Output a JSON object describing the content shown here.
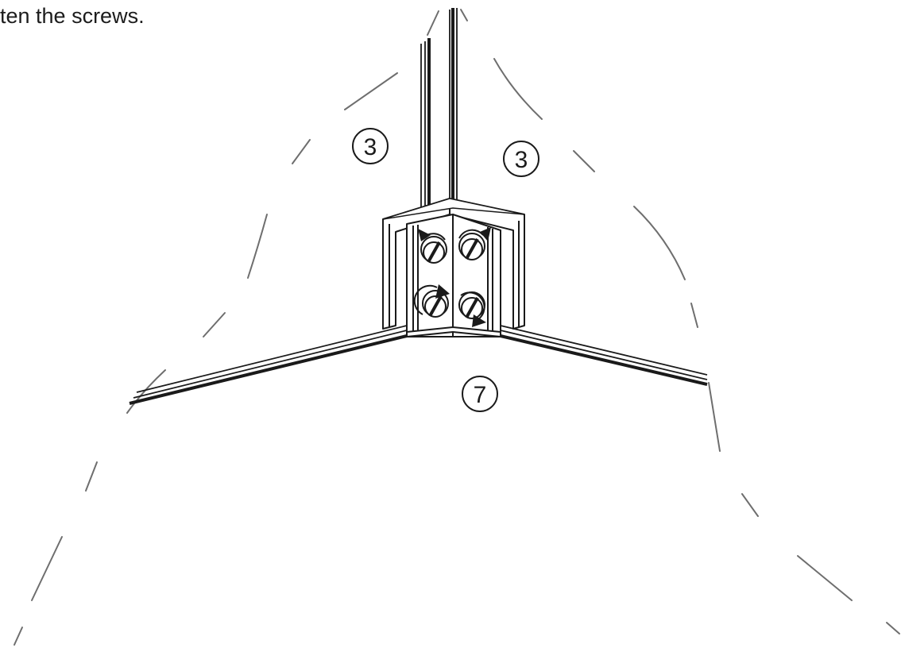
{
  "instruction": {
    "text": "ten the screws."
  },
  "callouts": {
    "panel_left": "3",
    "panel_right": "3",
    "floor_panel": "7"
  }
}
